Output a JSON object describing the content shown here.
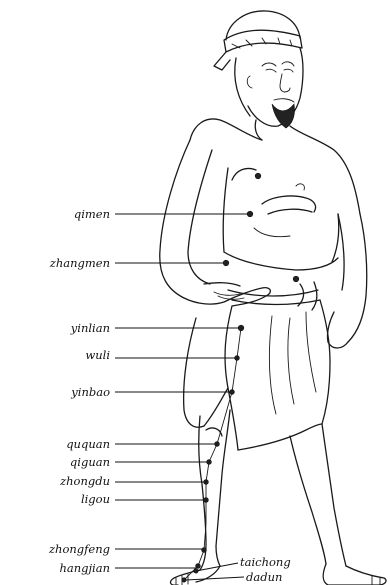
{
  "figure": {
    "description_icon": "standing-figure-illustration",
    "line_color": "#1a1a1a",
    "background": "#ffffff"
  },
  "points": {
    "qimen": "qimen",
    "zhangmen": "zhangmen",
    "yinlian": "yinlian",
    "wuli": "wuli",
    "yinbao": "yinbao",
    "ququan": "ququan",
    "qiguan": "qiguan",
    "zhongdu": "zhongdu",
    "ligou": "ligou",
    "zhongfeng": "zhongfeng",
    "hangjian": "hangjian",
    "taichong": "taichong",
    "dadun": "dadun"
  }
}
